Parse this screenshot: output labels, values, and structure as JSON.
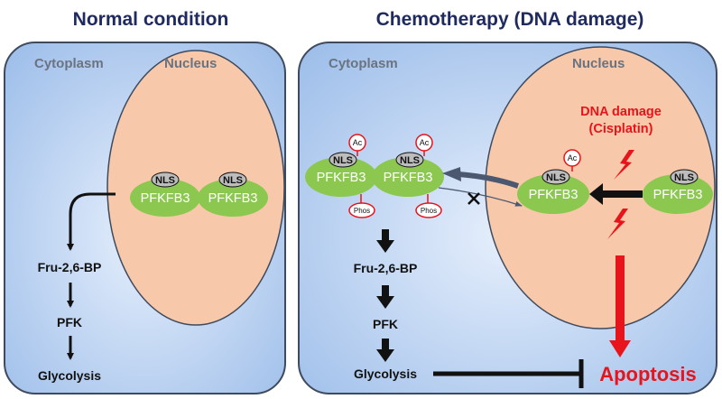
{
  "titles": {
    "left": "Normal condition",
    "right": "Chemotherapy (DNA damage)"
  },
  "labels": {
    "cytoplasm": "Cytoplasm",
    "nucleus": "Nucleus"
  },
  "protein": {
    "name": "PFKFB3",
    "nls": "NLS",
    "acetyl": "Ac",
    "phospho": "Phos"
  },
  "pathway": [
    "Fru-2,6-BP",
    "PFK",
    "Glycolysis"
  ],
  "dna_damage": [
    "DNA damage",
    "(Cisplatin)"
  ],
  "outcome": "Apoptosis",
  "colors": {
    "cell_fill": "#a9c6ee",
    "cell_border": "#3e4a5e",
    "nucleus_fill": "#f7c8a9",
    "protein_fill": "#8cc850",
    "accent_red": "#e8141b",
    "arrow_gray": "#4b5870",
    "title_navy": "#1f2a5e"
  }
}
